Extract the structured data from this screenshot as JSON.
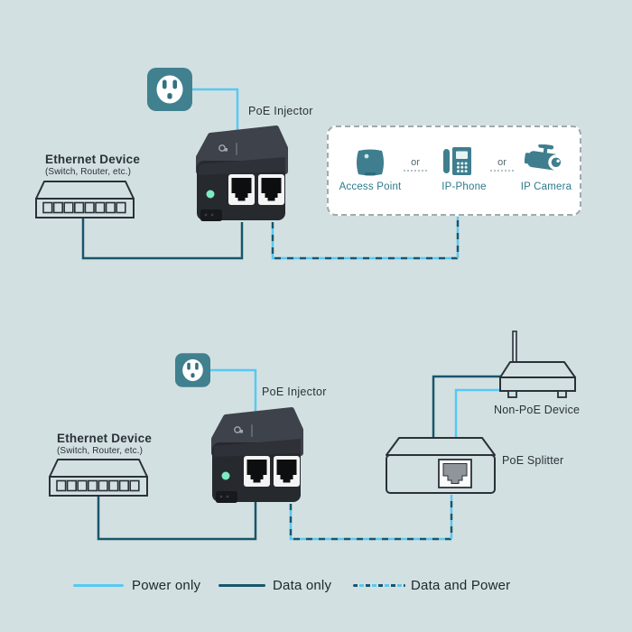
{
  "colors": {
    "background": "#d3e0e2",
    "power_line": "#57c9f2",
    "data_line": "#19566b",
    "device_teal": "#3e7e8e",
    "label_teal": "#2d7b8c",
    "outline_ink": "#2a3138"
  },
  "scenario1": {
    "poe_injector_label": "PoE Injector",
    "ethernet_device_label": "Ethernet Device",
    "ethernet_device_sub": "(Switch, Router, etc.)",
    "devices_box": {
      "access_point_label": "Access Point",
      "or1": "or",
      "ip_phone_label": "IP-Phone",
      "or2": "or",
      "ip_camera_label": "IP Camera"
    }
  },
  "scenario2": {
    "poe_injector_label": "PoE Injector",
    "ethernet_device_label": "Ethernet Device",
    "ethernet_device_sub": "(Switch, Router, etc.)",
    "non_poe_device_label": "Non-PoE Device",
    "poe_splitter_label": "PoE Splitter"
  },
  "legend": {
    "power_only": "Power only",
    "data_only": "Data only",
    "data_and_power": "Data and Power"
  }
}
